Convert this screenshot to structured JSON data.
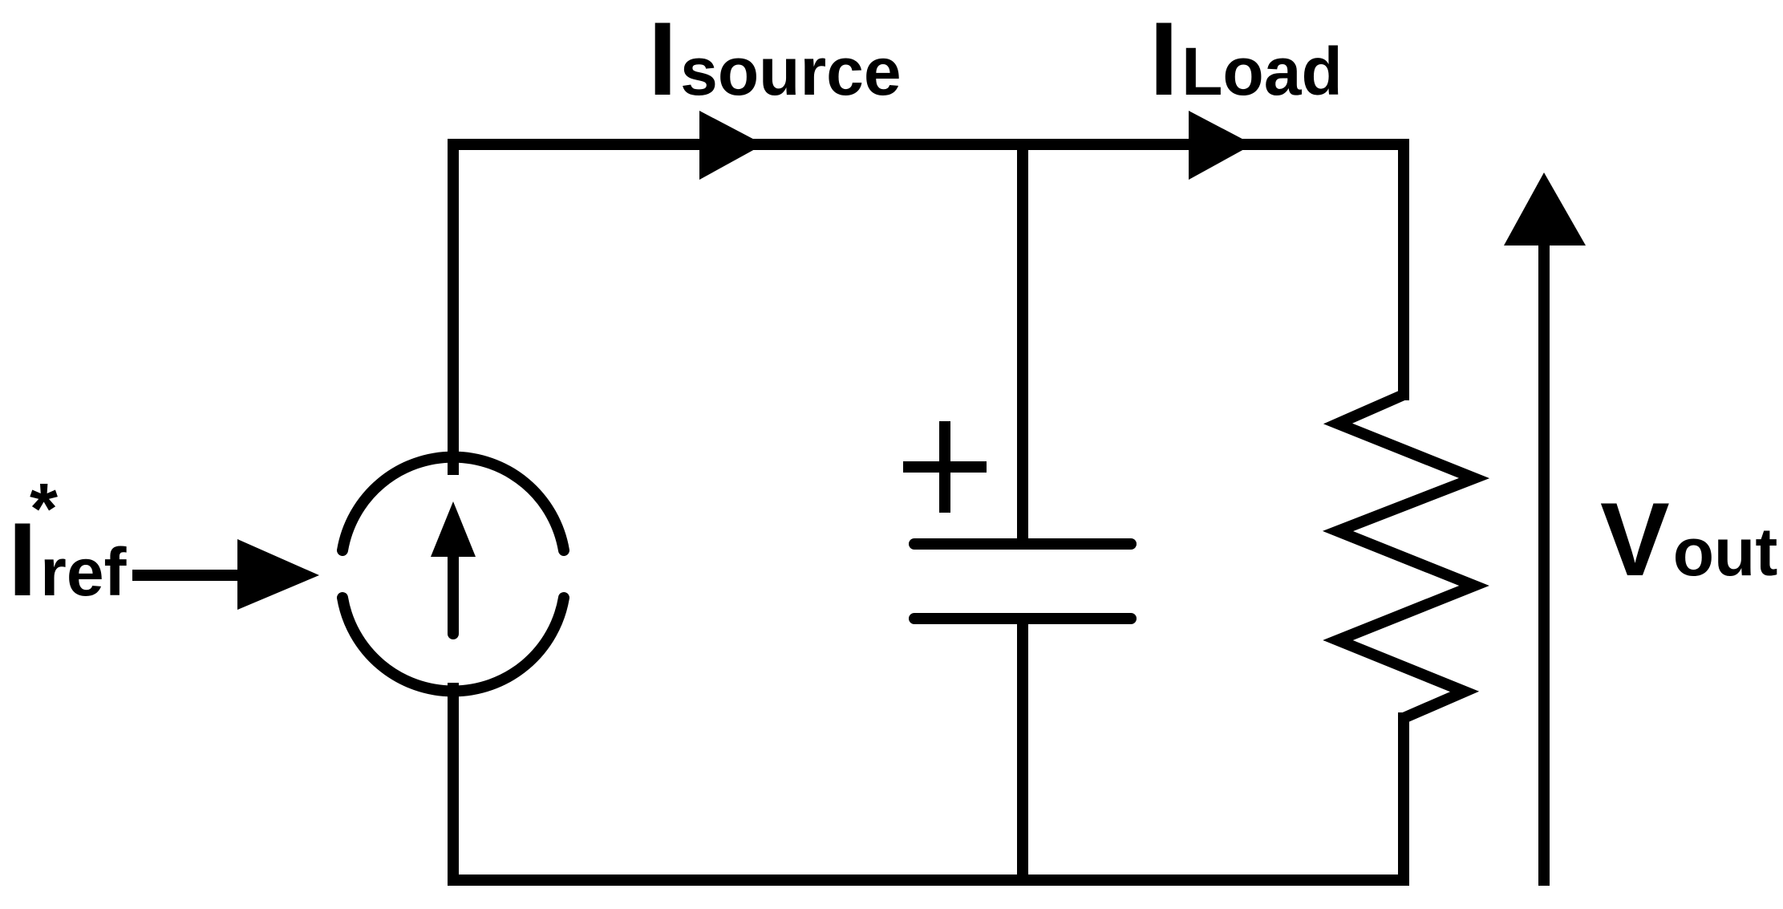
{
  "labels": {
    "iref_main": "I",
    "iref_sub": "ref",
    "iref_star": "*",
    "isource_main": "I",
    "isource_sub": "source",
    "iload_main": "I",
    "iload_sub": "Load",
    "vout_main": "V",
    "vout_sub": "out",
    "capacitor_polarity": "+"
  },
  "colors": {
    "stroke": "#000000",
    "background": "#ffffff"
  }
}
